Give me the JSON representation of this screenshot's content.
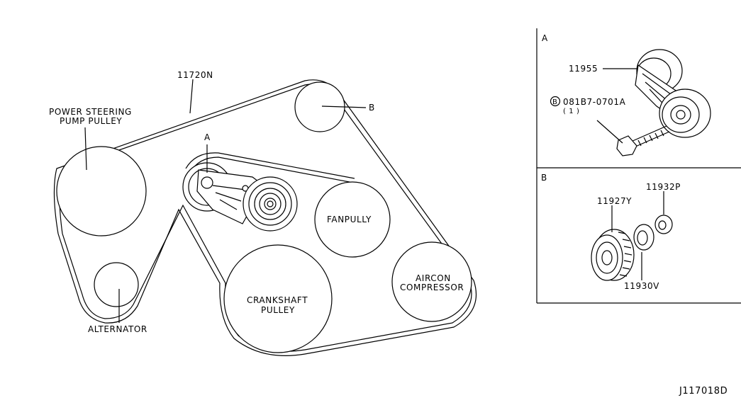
{
  "belt": {
    "part_no": "11720N"
  },
  "pulleys": {
    "power_steering": {
      "line1": "POWER STEERING",
      "line2": "PUMP PULLEY"
    },
    "alternator": "ALTERNATOR",
    "fan": "FANPULLY",
    "crankshaft": {
      "line1": "CRANKSHAFT",
      "line2": "PULLEY"
    },
    "aircon": {
      "line1": "AIRCON",
      "line2": "COMPRESSOR"
    },
    "idler_ref": "B",
    "tensioner_ref": "A"
  },
  "detail_a": {
    "label": "A",
    "tensioner_part": "11955",
    "bolt_circle_letter": "B",
    "bolt_part": "081B7-0701A",
    "bolt_qty": "( 1 )"
  },
  "detail_b": {
    "label": "B",
    "pulley_part": "11927Y",
    "washer_part": "11930V",
    "bearing_part": "11932P"
  },
  "figure_id": "J117018D"
}
